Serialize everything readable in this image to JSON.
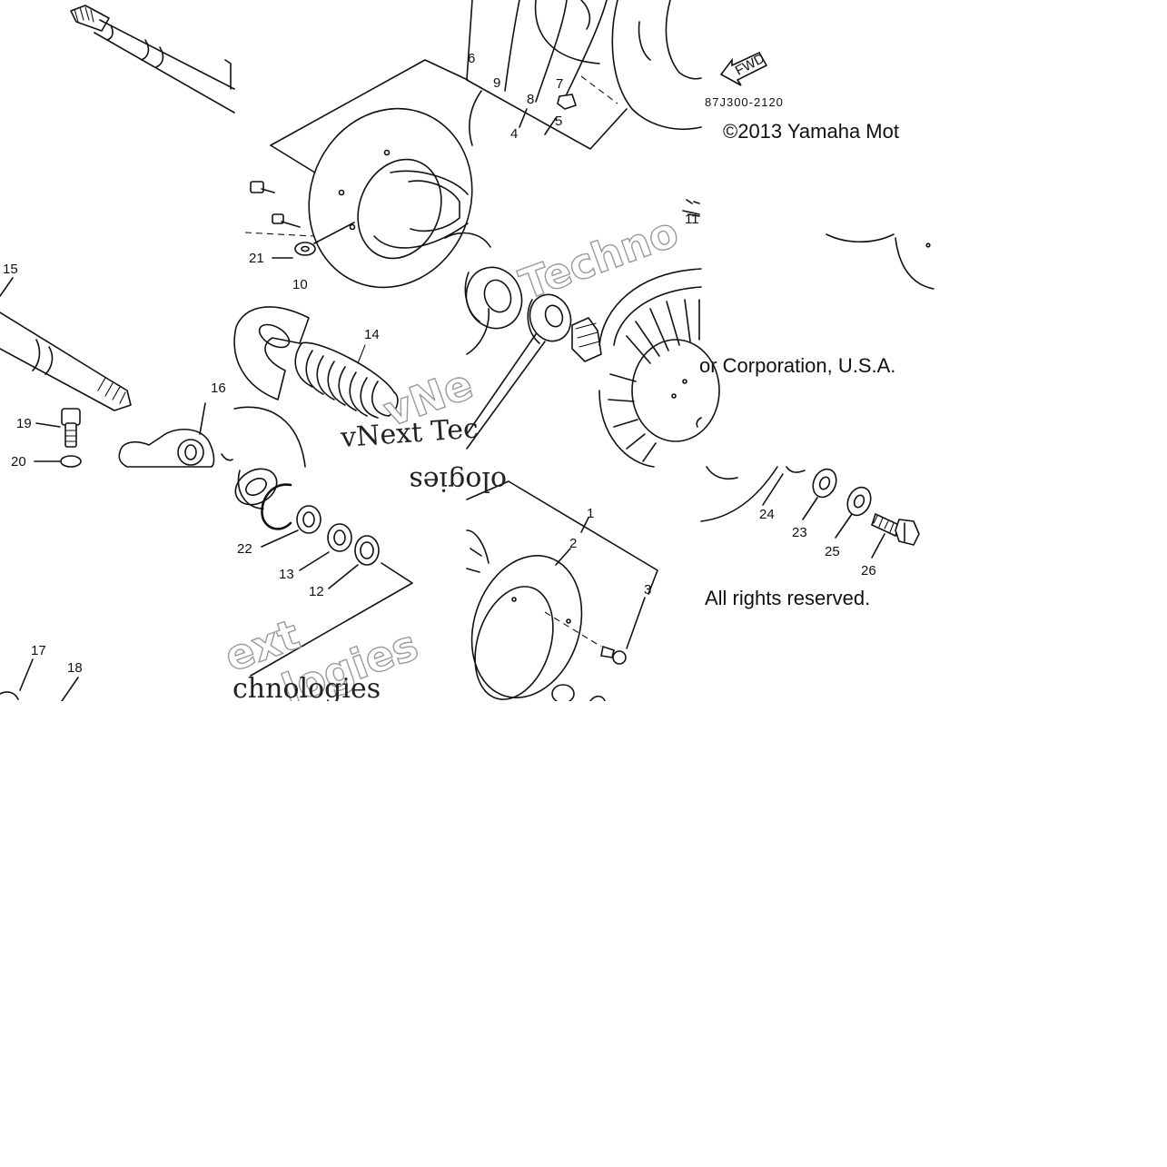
{
  "diagram": {
    "drawing_code": "87J300-2120",
    "copyright_line_1": "©2013 Yamaha Mot",
    "copyright_line_2": "or Corporation, U.S.A.",
    "copyright_line_3": "All rights reserved.",
    "fwd_label": "FWD",
    "part_numbers": [
      "1",
      "2",
      "3",
      "4",
      "5",
      "6",
      "7",
      "8",
      "9",
      "10",
      "11",
      "12",
      "13",
      "14",
      "15",
      "16",
      "17",
      "18",
      "19",
      "20",
      "21",
      "22",
      "23",
      "24",
      "25",
      "26"
    ]
  },
  "watermarks": {
    "serif_fragment": "vNext Tec",
    "fragment_a": "Techno",
    "fragment_b": "vNe",
    "fragment_c": "ologies",
    "fragment_d": "ext",
    "fragment_e": "logies",
    "fragment_f": "chnologies"
  }
}
